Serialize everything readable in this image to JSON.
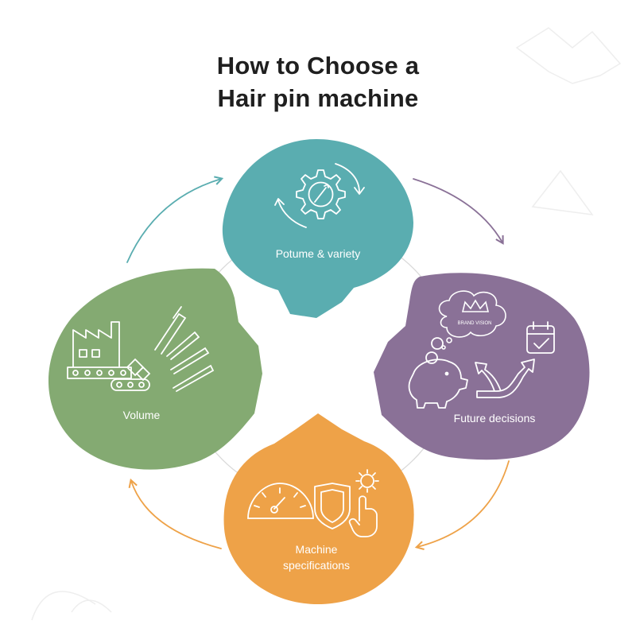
{
  "title": {
    "line1": "How to Choose a",
    "line2": "Hair pin machine"
  },
  "segments": {
    "top": {
      "label": "Potume & variety",
      "color": "#5aadb0"
    },
    "left": {
      "label": "Volume",
      "color": "#84aa72"
    },
    "right": {
      "label": "Future decisions",
      "color": "#8a7197"
    },
    "bottom": {
      "label_line1": "Machine",
      "label_line2": "specifications",
      "color": "#eea248"
    }
  },
  "icons": {
    "brand_vision_label": "BRAND VISION"
  },
  "colors": {
    "arrow_teal": "#5aadb0",
    "arrow_purple": "#8a7197",
    "arrow_orange": "#eea248",
    "icon_stroke": "#ffffff",
    "title": "#1f1f1f"
  }
}
